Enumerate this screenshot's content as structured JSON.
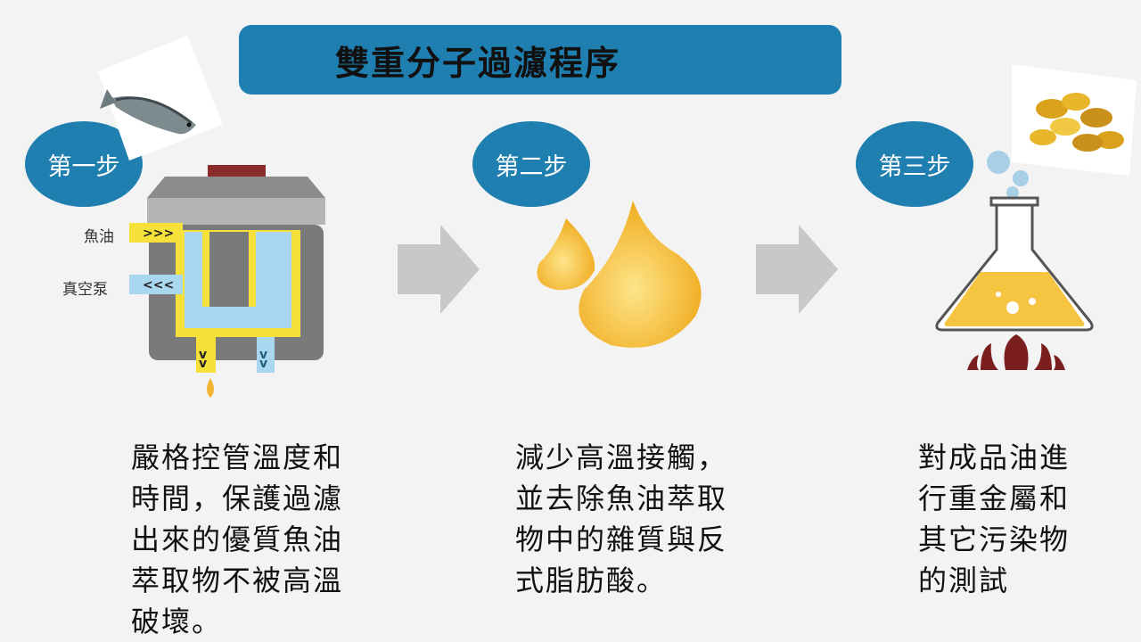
{
  "title": "雙重分子過濾程序",
  "steps": [
    {
      "label": "第一步",
      "description": "嚴格控管溫度和\n時間，保護過濾\n出來的優質魚油\n萃取物不被高溫\n破壞。"
    },
    {
      "label": "第二步",
      "description": "減少高溫接觸，\n並去除魚油萃取\n物中的雜質與反\n式脂肪酸。"
    },
    {
      "label": "第三步",
      "description": "對成品油進\n行重金屬和\n其它污染物\n的測試"
    }
  ],
  "machine_labels": {
    "fish_oil": "魚油",
    "vacuum_pump": "真空泵"
  },
  "colors": {
    "accent": "#1f7fb0",
    "oil": "#f5c542",
    "arrow": "#c8c8c8"
  }
}
